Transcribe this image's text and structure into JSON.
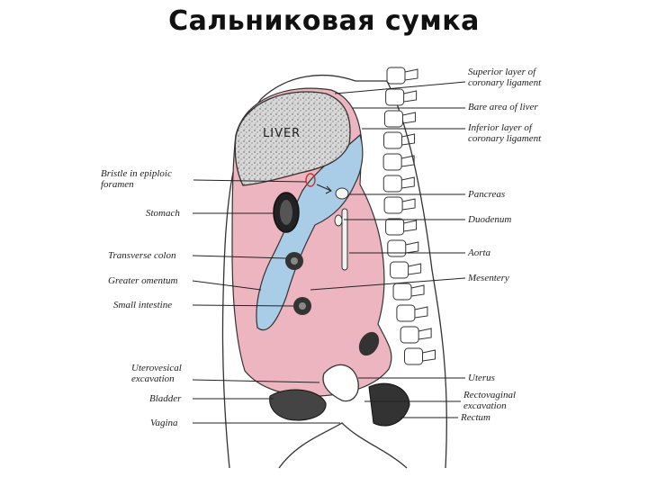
{
  "title": "Сальниковая сумка",
  "organ_label": "LIVER",
  "colors": {
    "peritoneum_pink": "#ecb5bf",
    "lesser_sac_blue": "#a9cde6",
    "liver_gray": "#cfcfcf",
    "outline": "#333333"
  },
  "labels_left": [
    {
      "id": "bristle",
      "lines": [
        "Bristle in epiploic",
        "foramen"
      ]
    },
    {
      "id": "stomach",
      "lines": [
        "Stomach"
      ]
    },
    {
      "id": "transverse-colon",
      "lines": [
        "Transverse colon"
      ]
    },
    {
      "id": "greater-omentum",
      "lines": [
        "Greater omentum"
      ]
    },
    {
      "id": "small-intestine",
      "lines": [
        "Small intestine"
      ]
    },
    {
      "id": "uterovesical",
      "lines": [
        "Uterovesical",
        "excavation"
      ]
    },
    {
      "id": "bladder",
      "lines": [
        "Bladder"
      ]
    },
    {
      "id": "vagina",
      "lines": [
        "Vagina"
      ]
    }
  ],
  "labels_right": [
    {
      "id": "superior-layer",
      "lines": [
        "Superior layer of",
        "coronary ligament"
      ]
    },
    {
      "id": "bare-area",
      "lines": [
        "Bare area of liver"
      ]
    },
    {
      "id": "inferior-layer",
      "lines": [
        "Inferior layer of",
        "coronary ligament"
      ]
    },
    {
      "id": "pancreas",
      "lines": [
        "Pancreas"
      ]
    },
    {
      "id": "duodenum",
      "lines": [
        "Duodenum"
      ]
    },
    {
      "id": "aorta",
      "lines": [
        "Aorta"
      ]
    },
    {
      "id": "mesentery",
      "lines": [
        "Mesentery"
      ]
    },
    {
      "id": "uterus",
      "lines": [
        "Uterus"
      ]
    },
    {
      "id": "rectovaginal",
      "lines": [
        "Rectovaginal",
        "excavation"
      ]
    },
    {
      "id": "rectum",
      "lines": [
        "Rectum"
      ]
    }
  ]
}
